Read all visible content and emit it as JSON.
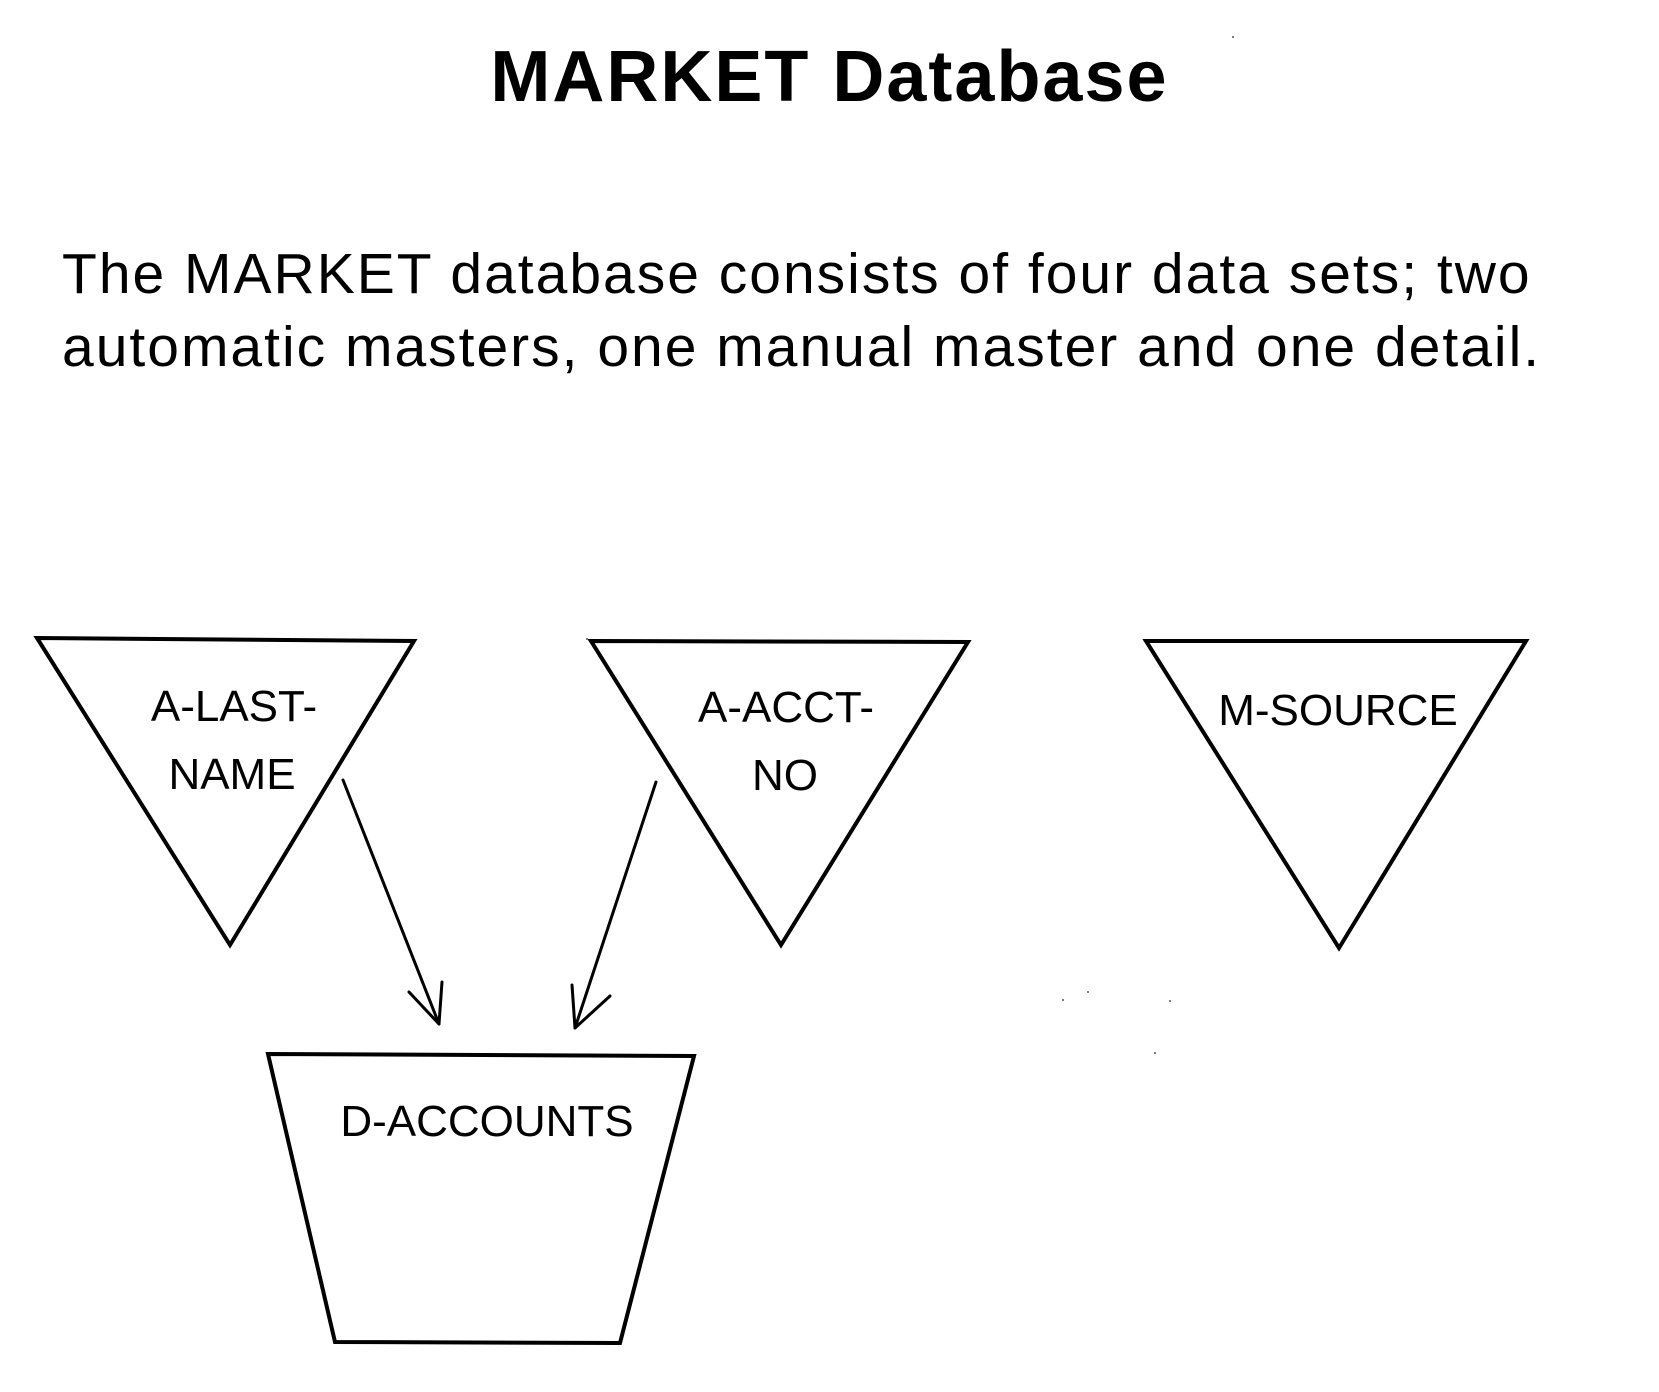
{
  "title": "MARKET Database",
  "description": {
    "line1": "The MARKET database consists of four data sets;  two",
    "line2": "automatic masters, one manual master and one detail."
  },
  "datasets": {
    "a_last_name": {
      "line1": "A-LAST-",
      "line2": "NAME"
    },
    "a_acct_no": {
      "line1": "A-ACCT-",
      "line2": "NO"
    },
    "m_source": {
      "line1": "M-SOURCE"
    },
    "d_accounts": {
      "line1": "D-ACCOUNTS"
    }
  }
}
